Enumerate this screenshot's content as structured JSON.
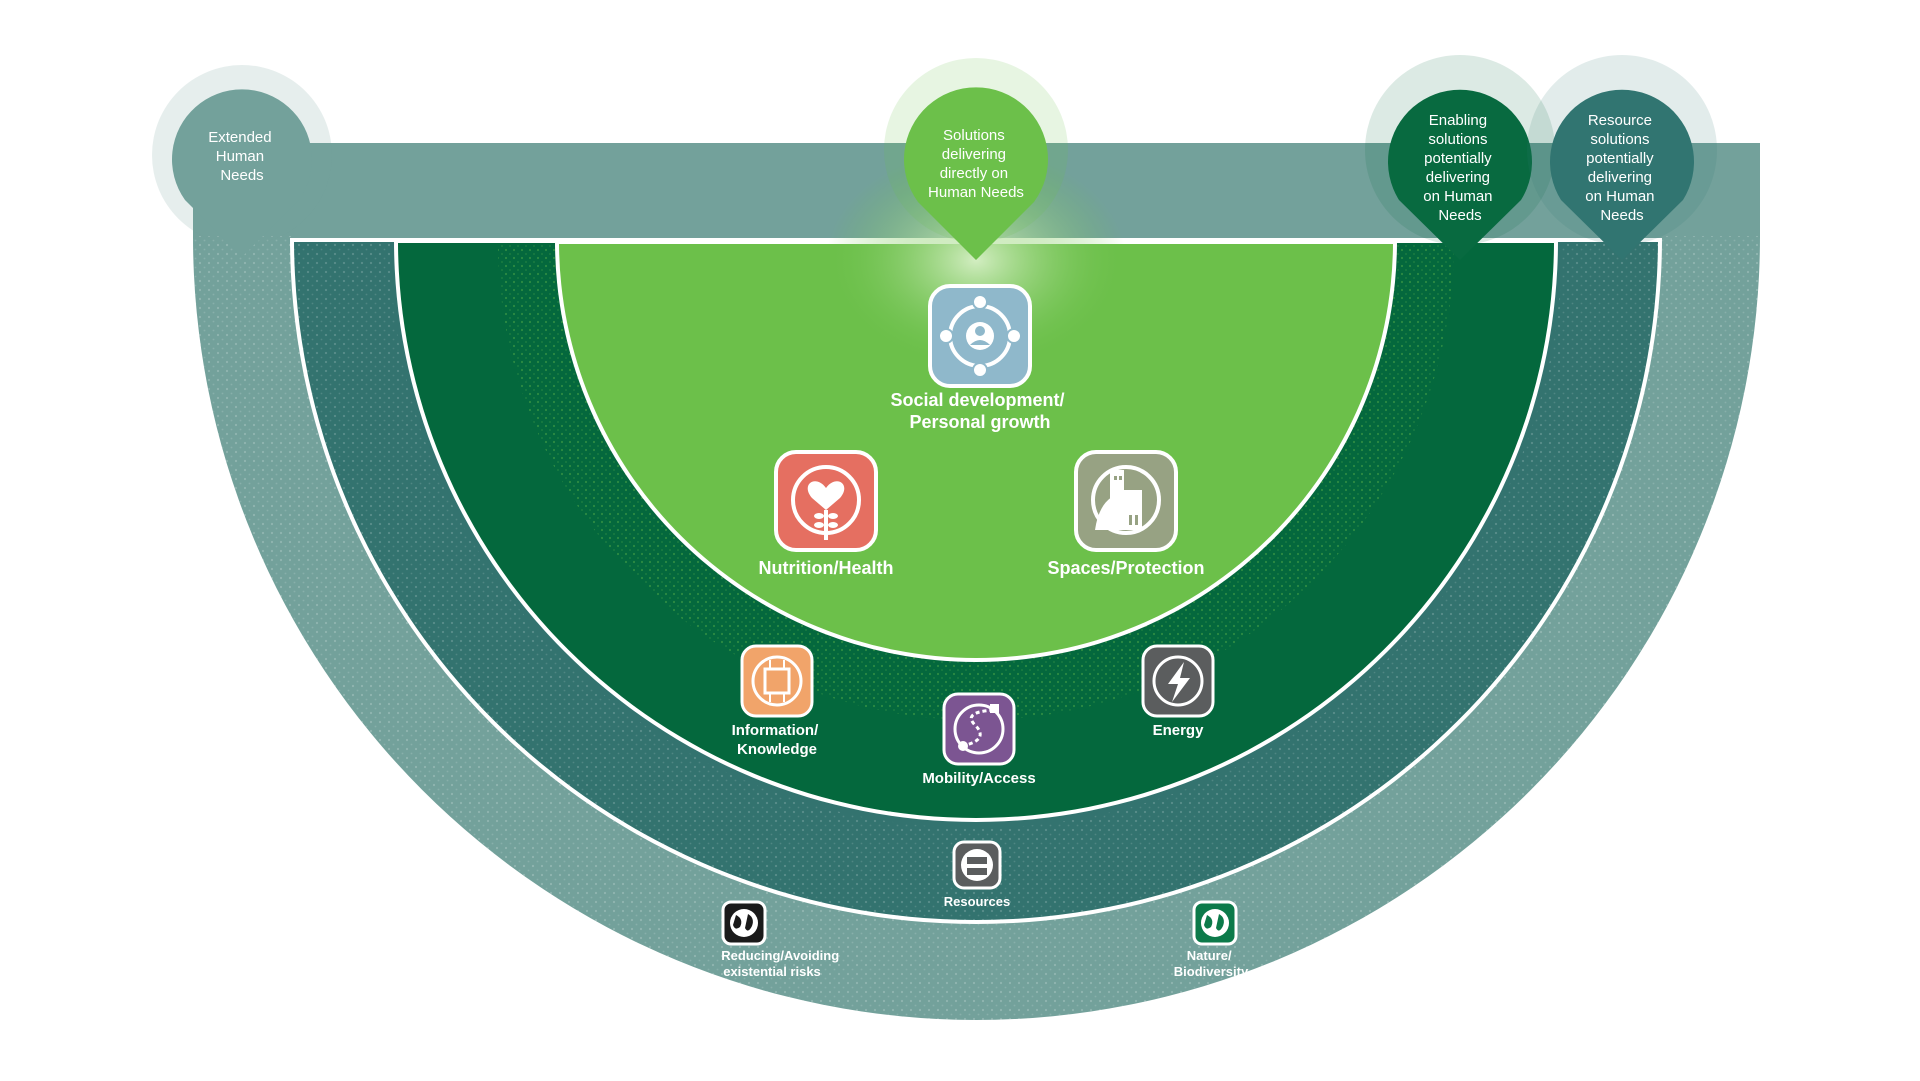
{
  "colors": {
    "outer_band": "#73a19b",
    "teal_band": "#33736f",
    "dark_green_band": "#04683d",
    "light_green_core": "#6cc04a",
    "white": "#ffffff"
  },
  "pins": {
    "extended": {
      "lines": [
        "Extended",
        "Human",
        "Needs"
      ],
      "color": "#73a19b"
    },
    "solutions": {
      "lines": [
        "Solutions",
        "delivering",
        "directly on",
        "Human Needs"
      ],
      "color": "#6cc04a"
    },
    "enabling": {
      "lines": [
        "Enabling",
        "solutions",
        "potentially",
        "delivering",
        "on Human",
        "Needs"
      ],
      "color": "#086a40"
    },
    "resource": {
      "lines": [
        "Resource",
        "solutions",
        "potentially",
        "delivering",
        "on Human",
        "Needs"
      ],
      "color": "#317571"
    }
  },
  "core": {
    "social": {
      "lines": [
        "Social development/",
        "Personal growth"
      ],
      "icon": "person-network-icon",
      "icon_color": "#8fb8cb"
    },
    "nutrition": {
      "lines": [
        "Nutrition/Health"
      ],
      "icon": "wheat-heart-icon",
      "icon_color": "#e56f61"
    },
    "spaces": {
      "lines": [
        "Spaces/Protection"
      ],
      "icon": "buildings-icon",
      "icon_color": "#97a283"
    }
  },
  "enabling": {
    "information": {
      "lines": [
        "Information/",
        "Knowledge"
      ],
      "icon": "circuit-chip-icon",
      "icon_color": "#f1a46a"
    },
    "mobility": {
      "lines": [
        "Mobility/Access"
      ],
      "icon": "route-icon",
      "icon_color": "#7c5592"
    },
    "energy": {
      "lines": [
        "Energy"
      ],
      "icon": "lightning-bolt-icon",
      "icon_color": "#5b5d5e"
    }
  },
  "resource": {
    "resources": {
      "lines": [
        "Resources"
      ],
      "icon": "materials-icon",
      "icon_color": "#5b5d5e"
    }
  },
  "extended": {
    "risks": {
      "lines": [
        "Reducing/Avoiding",
        "existential risks"
      ],
      "icon": "globe-risk-icon",
      "icon_color": "#1a1a1a"
    },
    "nature": {
      "lines": [
        "Nature/",
        "Biodiversity"
      ],
      "icon": "globe-nature-icon",
      "icon_color": "#0c7a4a"
    }
  }
}
